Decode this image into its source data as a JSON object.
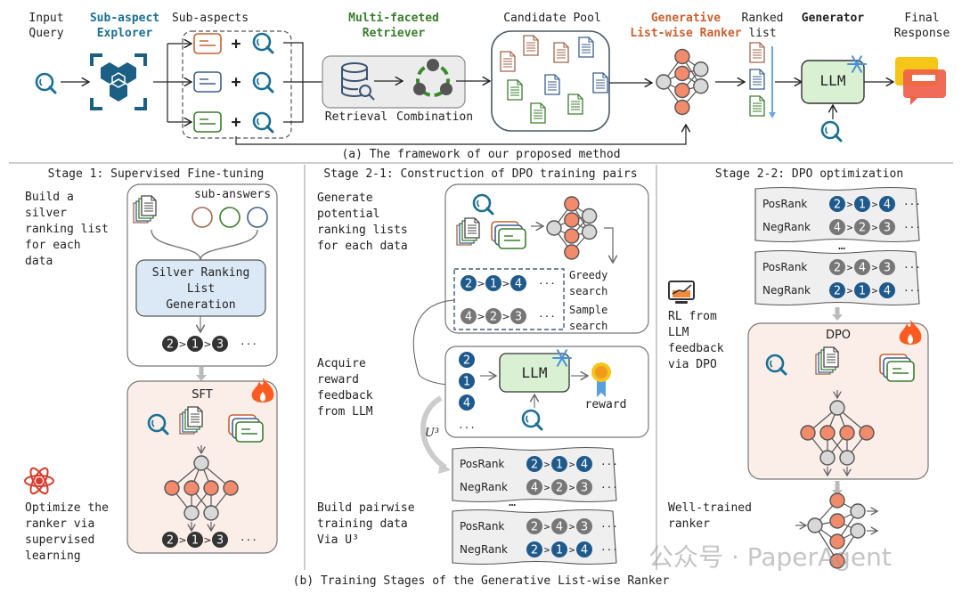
{
  "top": {
    "input_query": "Input\nQuery",
    "explorer": "Sub-aspect\nExplorer",
    "sub_aspects": "Sub-aspects",
    "retriever": "Multi-faceted\nRetriever",
    "retrieval": "Retrieval",
    "combination": "Combination",
    "candidate_pool": "Candidate Pool",
    "ranker": "Generative\nList-wise Ranker",
    "ranked_list": "Ranked\nlist",
    "generator": "Generator",
    "final_response": "Final\nResponse",
    "llm": "LLM",
    "plus": "+",
    "caption": "(a) The framework of our proposed method"
  },
  "stage1": {
    "title": "Stage 1: Supervised Fine-tuning",
    "desc1": "Build a\nsilver\nranking list\nfor each\ndata",
    "sub_answers": "sub-answers",
    "silver_box": "Silver Ranking\nList\nGeneration",
    "rank": [
      "2",
      "1",
      "3"
    ],
    "sft": "SFT",
    "desc2": "Optimize the\nranker via\nsupervised\nlearning"
  },
  "stage21": {
    "title": "Stage 2-1: Construction of DPO training pairs",
    "desc1": "Generate\npotential\nranking lists\nfor each data",
    "greedy": "Greedy\nsearch",
    "sample": "Sample\nsearch",
    "greedy_rank": [
      "2",
      "1",
      "4"
    ],
    "sample_rank": [
      "4",
      "2",
      "3"
    ],
    "desc2": "Acquire\nreward\nfeedback\nfrom LLM",
    "llm": "LLM",
    "reward": "reward",
    "docs": [
      "2",
      "1",
      "4"
    ],
    "u3": "U³",
    "desc3": "Build pairwise\ntraining data\nVia U³",
    "pos": "PosRank",
    "neg": "NegRank",
    "pair1": {
      "pos": [
        "2",
        "1",
        "4"
      ],
      "neg": [
        "4",
        "2",
        "3"
      ]
    },
    "pair2": {
      "pos": [
        "2",
        "4",
        "3"
      ],
      "neg": [
        "2",
        "1",
        "4"
      ]
    }
  },
  "stage22": {
    "title": "Stage 2-2: DPO optimization",
    "desc1": "RL from\nLLM\nfeedback\nvia DPO",
    "dpo": "DPO",
    "desc2": "Well-trained\nranker"
  },
  "caption_b": "(b) Training Stages of the Generative List-wise Ranker",
  "watermark": "公众号 · PaperAgent",
  "colors": {
    "blue_dark": "#1f5a8c",
    "teal": "#1b6f94",
    "orange": "#c8612f",
    "green": "#3a7d2c",
    "node_orange": "#f28a6c",
    "node_gray": "#d8d8d8",
    "rank_dark": "#333333",
    "rank_gray": "#777777",
    "llm_fill": "#d9f0d3",
    "pink_fill": "#fbeee8",
    "silver_fill": "#dbe8f5"
  }
}
